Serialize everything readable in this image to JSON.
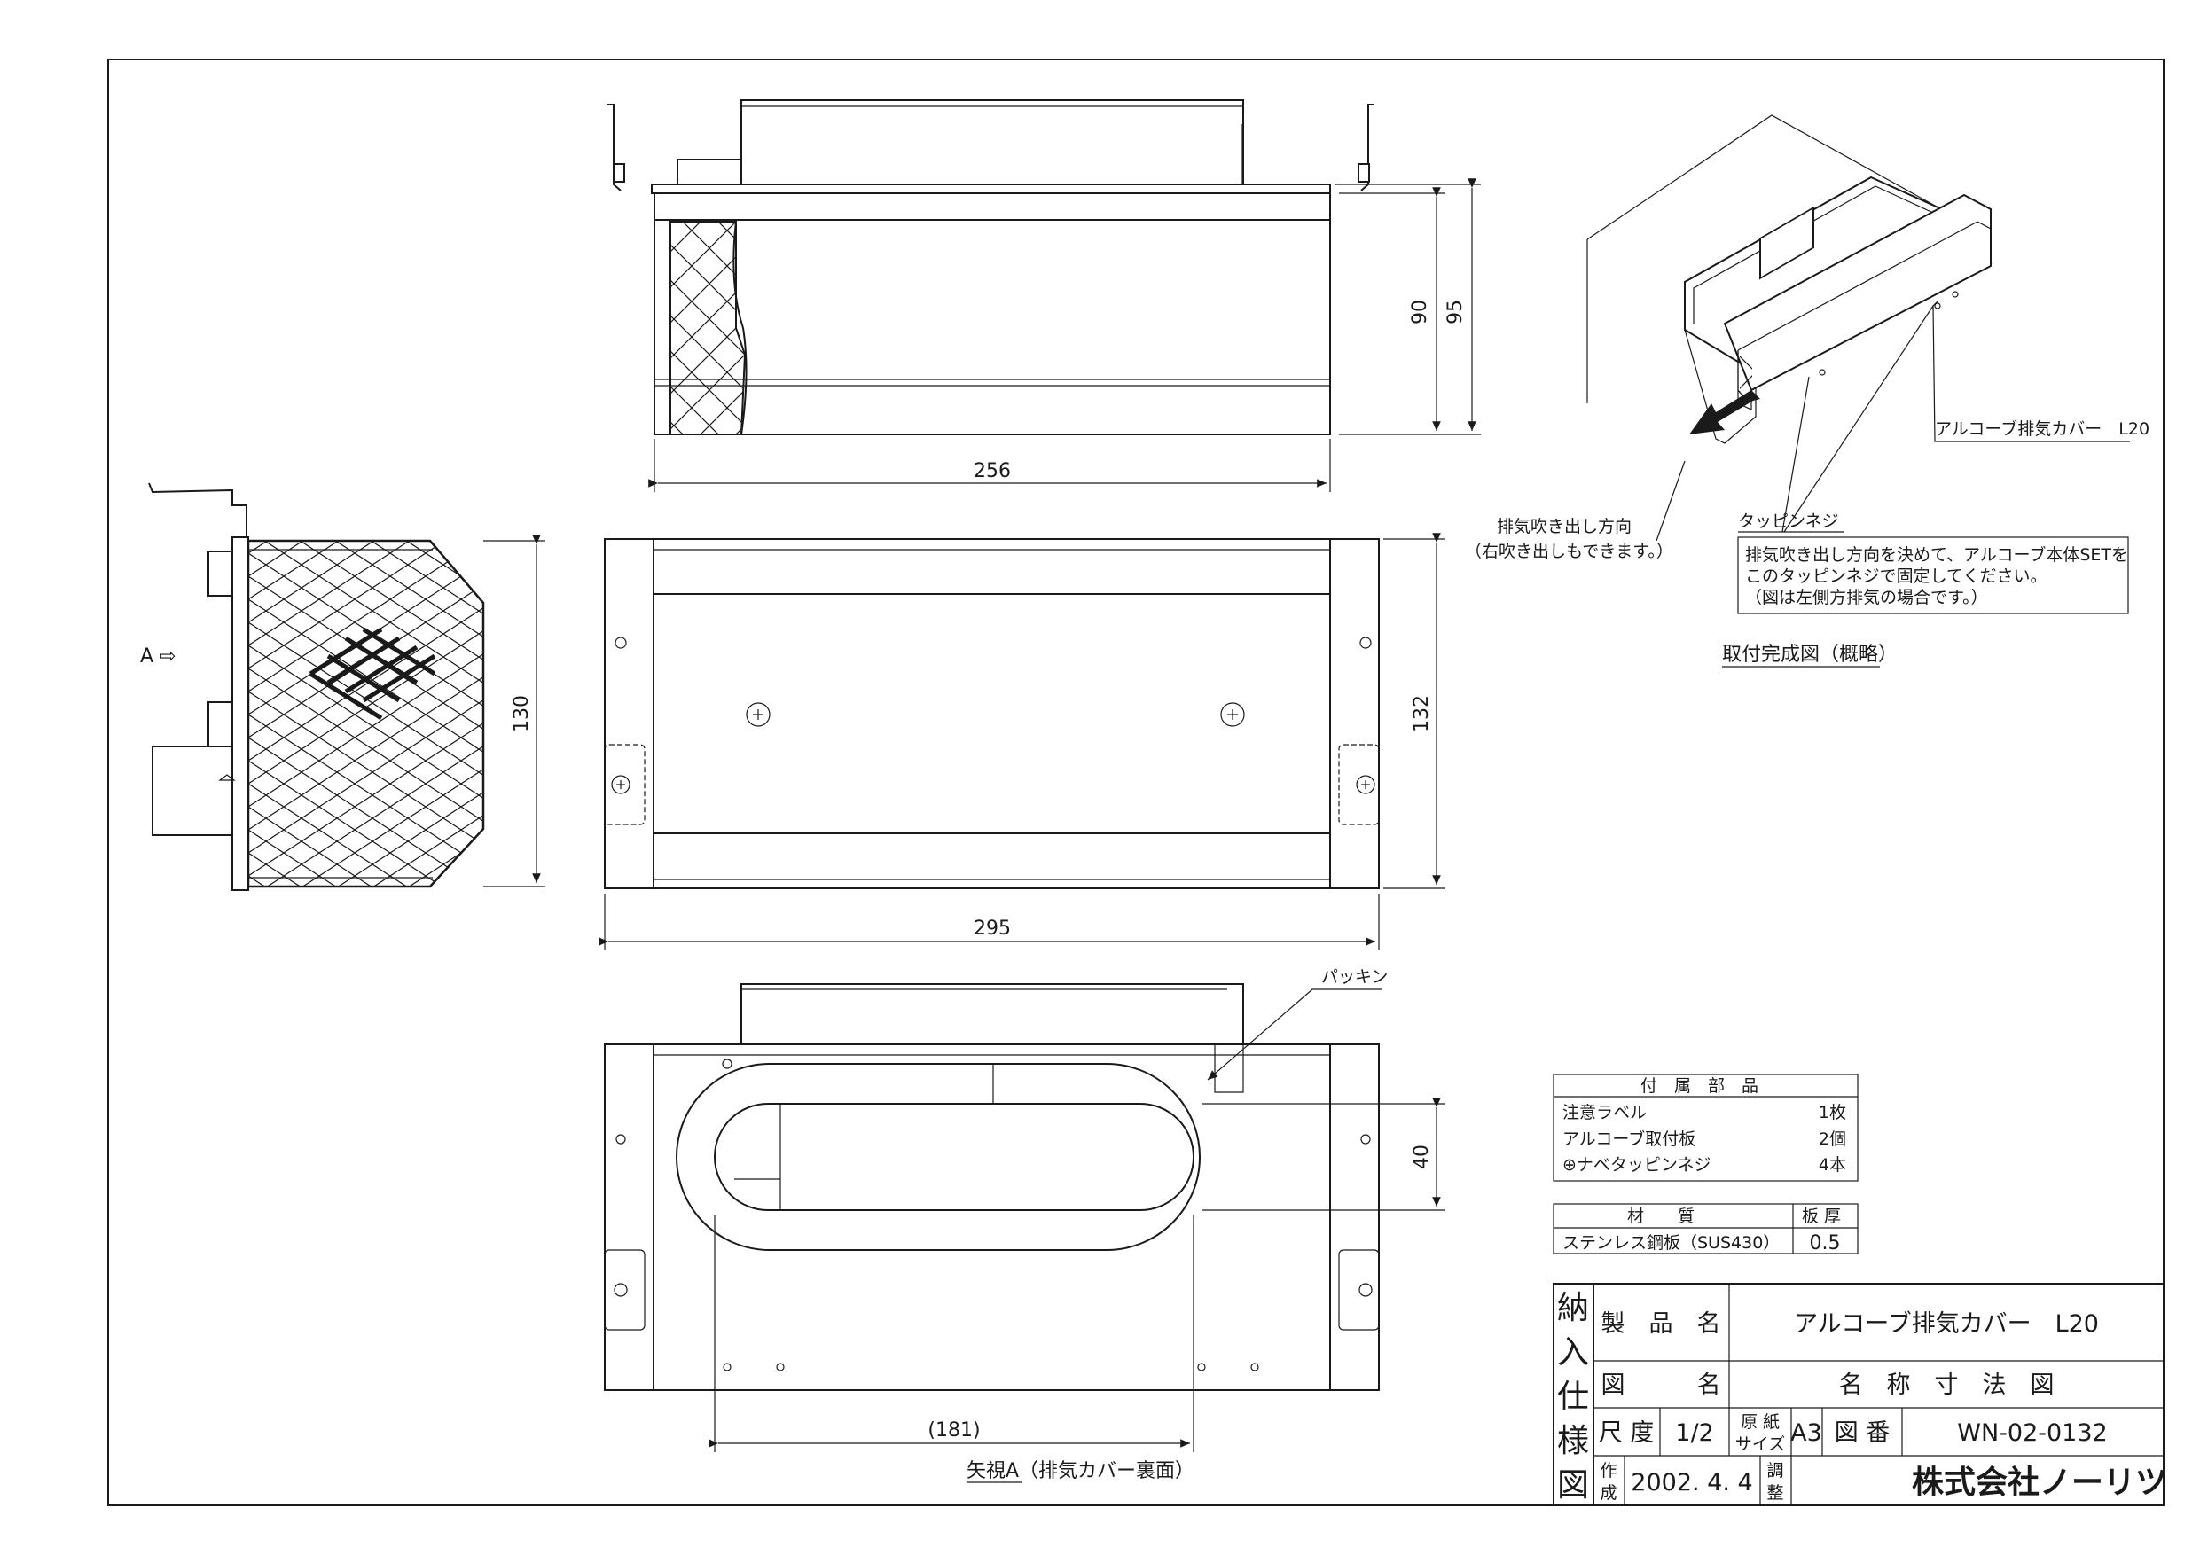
{
  "dimensions": {
    "top_width": "256",
    "top_h1": "90",
    "top_h2": "95",
    "mid_width": "295",
    "mid_height": "132",
    "side_height": "130",
    "bottom_height": "40",
    "bottom_width": "(181)"
  },
  "labels": {
    "arrow_a": "A ⇨",
    "packing": "パッキン",
    "view_a": "矢視A（排気カバー裏面）",
    "exhaust_direction": "排気吹き出し方向",
    "exhaust_note": "（右吹き出しもできます。）",
    "product_callout": "アルコーブ排気カバー　L20",
    "tapping_screw": "タッピンネジ",
    "tapping_note_1": "排気吹き出し方向を決めて、アルコーブ本体SETを",
    "tapping_note_2": "このタッピンネジで固定してください。",
    "tapping_note_3": "（図は左側方排気の場合です。）",
    "install_caption": "取付完成図（概略）"
  },
  "accessories": {
    "header": "付　属　部　品",
    "rows": [
      {
        "name": "注意ラベル",
        "qty": "1枚"
      },
      {
        "name": "アルコーブ取付板",
        "qty": "2個"
      },
      {
        "name": "⊕ナベタッピンネジ",
        "qty": "4本"
      }
    ]
  },
  "material": {
    "header_material": "材　　質",
    "header_thickness": "板 厚",
    "material": "ステンレス鋼板（SUS430）",
    "thickness": "0.5"
  },
  "title_block": {
    "side": [
      "納",
      "入",
      "仕",
      "様",
      "図"
    ],
    "product_label": "製　品　名",
    "product_name": "アルコーブ排気カバー　L20",
    "drawing_label": "図　　　名",
    "drawing_name": "名　称　寸　法　図",
    "scale_label": "尺 度",
    "scale": "1/2",
    "paper_label_1": "原 紙",
    "paper_label_2": "サイズ",
    "paper": "A3",
    "number_label": "図 番",
    "number": "WN-02-0132",
    "made_label_1": "作",
    "made_label_2": "成",
    "date": "2002. 4. 4",
    "check_label_1": "調",
    "check_label_2": "整",
    "company": "株式会社ノーリツ"
  }
}
